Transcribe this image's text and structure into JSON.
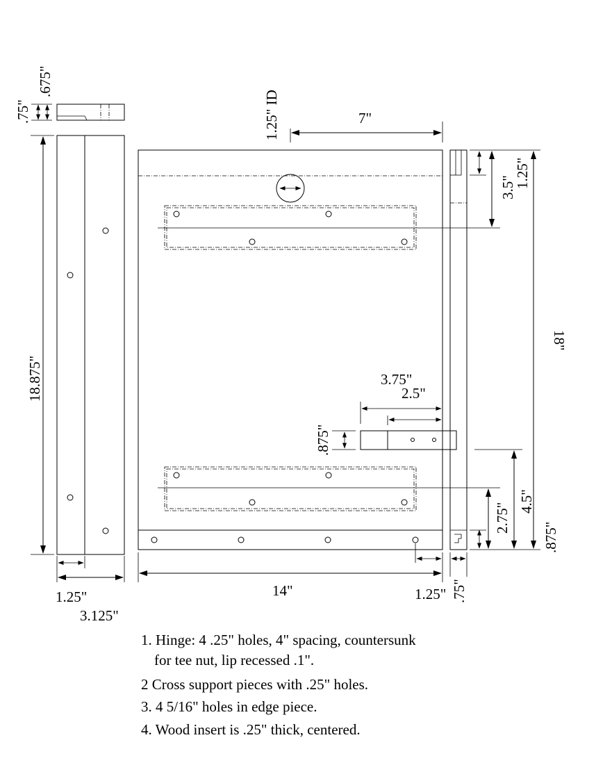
{
  "dimensions": {
    "top_view_height": ".675\"",
    "top_view_lip": ".75\"",
    "pipe_id": "1.25\" ID",
    "hole_offset": "7\"",
    "side_length": "18.875\"",
    "right_top_small": "3.5\"",
    "right_top_large": "1.25\"",
    "overall_height": "18\"",
    "insert_length": "3.75\"",
    "insert_inner": "2.5\"",
    "insert_height": ".875\"",
    "lower_a": "2.75\"",
    "lower_b": "4.5\"",
    "bottom_edge": ".875\"",
    "side_width_small": "1.25\"",
    "side_width_total": "3.125\"",
    "overall_width": "14\"",
    "edge_width": "1.25\"",
    "edge_thickness": ".75\""
  },
  "notes": [
    "1. Hinge: 4 .25\" holes, 4\" spacing, countersunk",
    "for tee nut, lip recessed .1\".",
    "2 Cross support pieces with .25\" holes.",
    "3. 4 5/16\" holes in edge piece.",
    "4. Wood insert is .25\" thick, centered."
  ]
}
